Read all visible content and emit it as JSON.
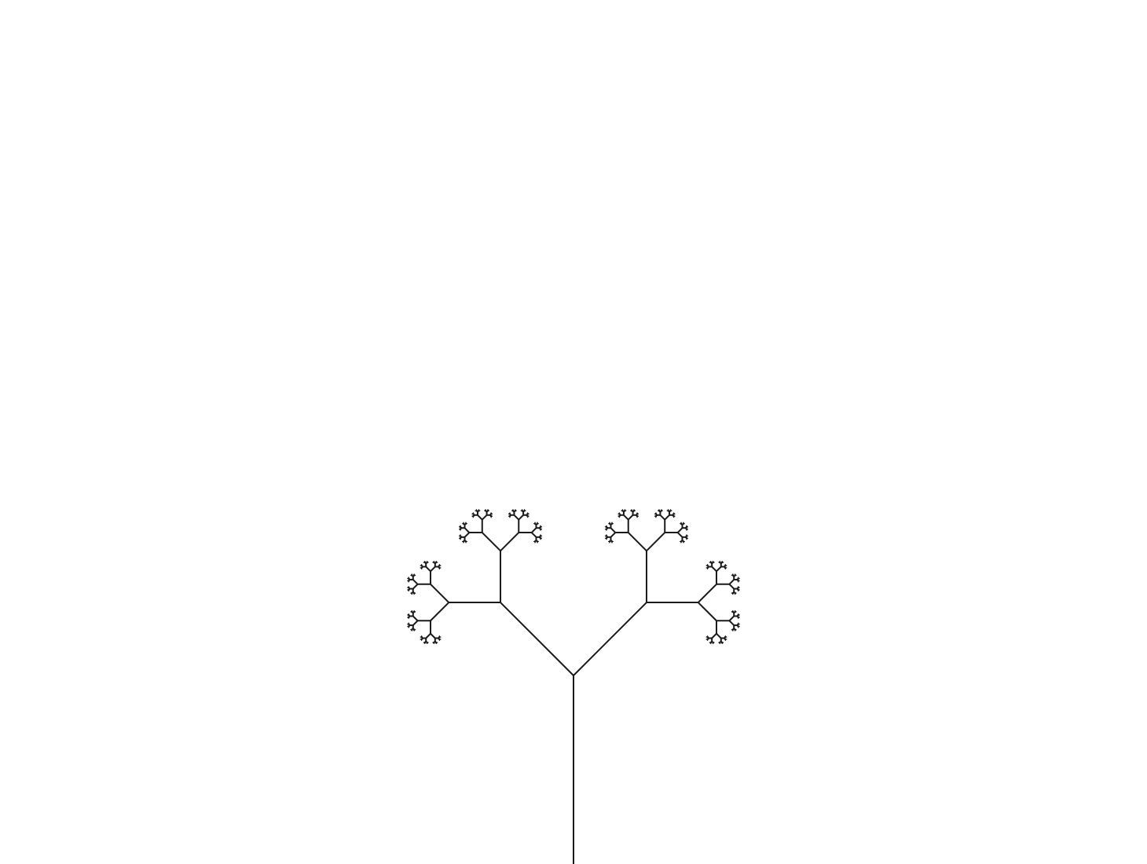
{
  "canvas": {
    "background": "#ffffff"
  },
  "fractal_tree": {
    "line_color": "#1a1a1a",
    "branch_angle_degrees": 45,
    "length_ratio": 0.5,
    "depth": 10
  }
}
